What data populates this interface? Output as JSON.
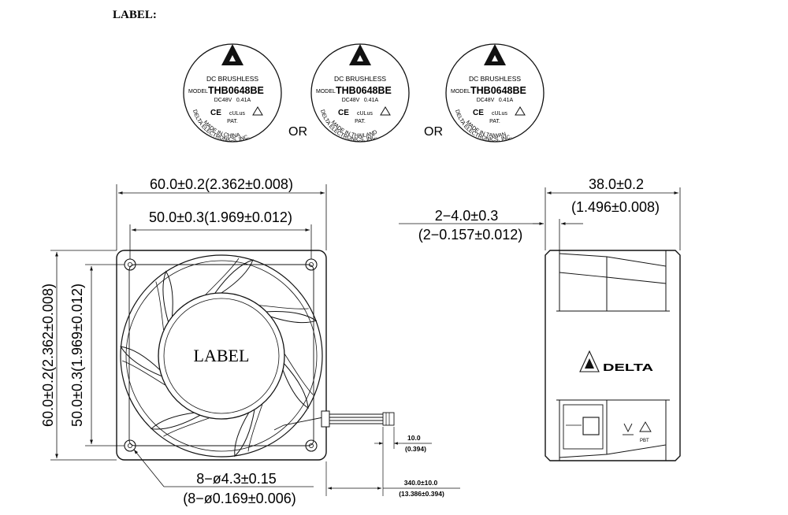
{
  "heading": "LABEL:",
  "labels": [
    {
      "line1": "DC BRUSHLESS",
      "model_prefix": "MODEL",
      "model": "THB0648BE",
      "rating_v": "DC48V",
      "rating_a": "0.41A",
      "pat": "PAT.",
      "maker": "DELTA ELECTRONICS, INC.",
      "origin": "MADE IN CHINA"
    },
    {
      "line1": "DC BRUSHLESS",
      "model_prefix": "MODEL",
      "model": "THB0648BE",
      "rating_v": "DC48V",
      "rating_a": "0.41A",
      "pat": "PAT.",
      "maker": "DELTA ELECTRONICS, INC.",
      "origin": "MADE IN THAILAND"
    },
    {
      "line1": "DC BRUSHLESS",
      "model_prefix": "MODEL",
      "model": "THB0648BE",
      "rating_v": "DC48V",
      "rating_a": "0.41A",
      "pat": "PAT.",
      "maker": "DELTA ELECTRONICS, INC.",
      "origin": "MADE IN TAIWAN"
    }
  ],
  "certs": {
    "ce": "CE",
    "ul": "cULus"
  },
  "or_text": "OR",
  "front_view": {
    "hub_label": "LABEL",
    "dim_width": "60.0±0.2(2.362±0.008)",
    "dim_hole_pitch_h": "50.0±0.3(1.969±0.012)",
    "dim_height": "60.0±0.2(2.362±0.008)",
    "dim_hole_pitch_v": "50.0±0.3(1.969±0.012)",
    "dim_holes_1": "8−ø4.3±0.15",
    "dim_holes_2": "(8−ø0.169±0.006)",
    "dim_strip_1": "10.0",
    "dim_strip_2": "(0.394)",
    "dim_lead_1": "340.0±10.0",
    "dim_lead_2": "(13.386±0.394)"
  },
  "side_view": {
    "dim_depth_1": "38.0±0.2",
    "dim_depth_2": "(1.496±0.008)",
    "dim_flange_1": "2−4.0±0.3",
    "dim_flange_2": "(2−0.157±0.012)",
    "brand": "DELTA",
    "mark": "PBT"
  }
}
